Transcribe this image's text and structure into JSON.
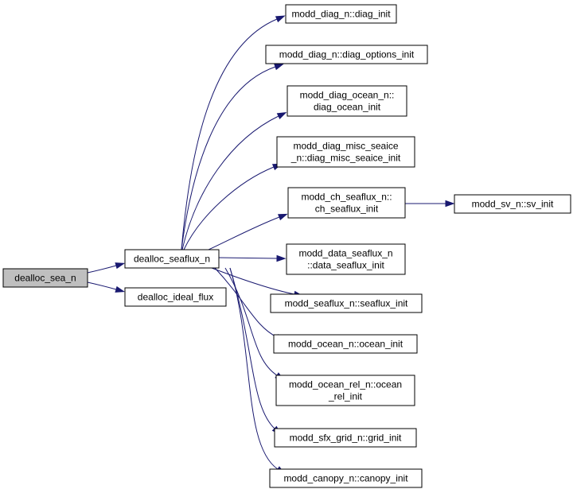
{
  "nodes": [
    {
      "id": "dealloc_sea_n",
      "lines": [
        "dealloc_sea_n"
      ]
    },
    {
      "id": "dealloc_seaflux_n",
      "lines": [
        "dealloc_seaflux_n"
      ]
    },
    {
      "id": "dealloc_ideal_flux",
      "lines": [
        "dealloc_ideal_flux"
      ]
    },
    {
      "id": "diag_init",
      "lines": [
        "modd_diag_n::diag_init"
      ]
    },
    {
      "id": "diag_options_init",
      "lines": [
        "modd_diag_n::diag_options_init"
      ]
    },
    {
      "id": "diag_ocean_init",
      "lines": [
        "modd_diag_ocean_n::",
        "diag_ocean_init"
      ]
    },
    {
      "id": "diag_misc_seaice_init",
      "lines": [
        "modd_diag_misc_seaice",
        "_n::diag_misc_seaice_init"
      ]
    },
    {
      "id": "ch_seaflux_init",
      "lines": [
        "modd_ch_seaflux_n::",
        "ch_seaflux_init"
      ]
    },
    {
      "id": "sv_init",
      "lines": [
        "modd_sv_n::sv_init"
      ]
    },
    {
      "id": "data_seaflux_init",
      "lines": [
        "modd_data_seaflux_n",
        "::data_seaflux_init"
      ]
    },
    {
      "id": "seaflux_init",
      "lines": [
        "modd_seaflux_n::seaflux_init"
      ]
    },
    {
      "id": "ocean_init",
      "lines": [
        "modd_ocean_n::ocean_init"
      ]
    },
    {
      "id": "ocean_rel_init",
      "lines": [
        "modd_ocean_rel_n::ocean",
        "_rel_init"
      ]
    },
    {
      "id": "grid_init",
      "lines": [
        "modd_sfx_grid_n::grid_init"
      ]
    },
    {
      "id": "canopy_init",
      "lines": [
        "modd_canopy_n::canopy_init"
      ]
    }
  ],
  "edges": [
    {
      "from": "dealloc_sea_n",
      "to": "dealloc_seaflux_n"
    },
    {
      "from": "dealloc_sea_n",
      "to": "dealloc_ideal_flux"
    },
    {
      "from": "dealloc_seaflux_n",
      "to": "diag_init"
    },
    {
      "from": "dealloc_seaflux_n",
      "to": "diag_options_init"
    },
    {
      "from": "dealloc_seaflux_n",
      "to": "diag_ocean_init"
    },
    {
      "from": "dealloc_seaflux_n",
      "to": "diag_misc_seaice_init"
    },
    {
      "from": "dealloc_seaflux_n",
      "to": "ch_seaflux_init"
    },
    {
      "from": "dealloc_seaflux_n",
      "to": "data_seaflux_init"
    },
    {
      "from": "dealloc_seaflux_n",
      "to": "seaflux_init"
    },
    {
      "from": "dealloc_seaflux_n",
      "to": "ocean_init"
    },
    {
      "from": "dealloc_seaflux_n",
      "to": "ocean_rel_init"
    },
    {
      "from": "dealloc_seaflux_n",
      "to": "grid_init"
    },
    {
      "from": "dealloc_seaflux_n",
      "to": "canopy_init"
    },
    {
      "from": "ch_seaflux_init",
      "to": "sv_init"
    }
  ],
  "colors": {
    "edge": "#191970",
    "root_fill": "#bfbfbf",
    "node_fill": "#ffffff",
    "node_border": "#000000"
  }
}
